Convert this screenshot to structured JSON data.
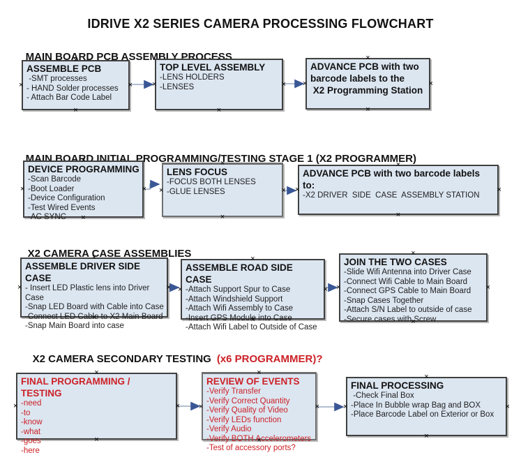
{
  "title": "IDRIVE X2  SERIES CAMERA PROCESSING FLOWCHART",
  "colors": {
    "red_accent": "#cc2127",
    "box_fill": "#dce6f1",
    "box_border": "#404040",
    "connector_line": "#97a9c6",
    "connector_arrow": "#3a5795"
  },
  "icons": {
    "anchor_handle": "×"
  },
  "sections": [
    {
      "heading": "MAIN BOARD PCB ASSEMBLY PROCESS",
      "boxes": [
        {
          "title": "ASSEMBLE PCB",
          "items": [
            " -SMT processes",
            "- HAND Solder processes",
            "- Attach Bar Code Label"
          ]
        },
        {
          "title": "TOP LEVEL ASSEMBLY",
          "items": [
            "-LENS HOLDERS",
            "-LENSES"
          ]
        },
        {
          "title": "ADVANCE PCB with two\nbarcode labels to the\n X2 Programming Station",
          "items": []
        }
      ]
    },
    {
      "heading": "MAIN BOARD INITIAL PROGRAMMING/TESTING STAGE 1 (X2 PROGRAMMER)",
      "boxes": [
        {
          "title": "DEVICE PROGRAMMING",
          "items": [
            "-Scan Barcode",
            "-Boot Loader",
            "-Device Configuration",
            "-Test Wired Events",
            "-AC SYNC"
          ]
        },
        {
          "title": "LENS FOCUS",
          "items": [
            "-FOCUS BOTH LENSES",
            "-GLUE LENSES"
          ]
        },
        {
          "title": "ADVANCE PCB with two barcode labels to:",
          "items": [
            "-X2 DRIVER  SIDE  CASE  ASSEMBLY STATION"
          ]
        }
      ]
    },
    {
      "heading": "X2 CAMERA CASE ASSEMBLIES",
      "boxes": [
        {
          "title": "ASSEMBLE DRIVER SIDE CASE",
          "items": [
            "- Insert LED Plastic lens into Driver Case",
            "-Snap LED Board with Cable into Case",
            "-Connect LED Cable to X2 Main Board",
            "-Snap Main Board into case"
          ]
        },
        {
          "title": "ASSEMBLE ROAD SIDE CASE",
          "items": [
            "-Attach Support Spur to Case",
            "-Attach Windshield Support",
            "-Attach Wifi Assembly to Case",
            "-Insert GPS Module into Case",
            "-Attach Wifi Label to Outside of Case"
          ]
        },
        {
          "title": "JOIN THE TWO CASES",
          "items": [
            "-Slide Wifi Antenna into Driver Case",
            "-Connect Wifi Cable to Main Board",
            "-Connect GPS Cable to Main Board",
            "-Snap Cases Together",
            "-Attach S/N Label to outside of case",
            "-Secure cases with Screw"
          ]
        }
      ]
    },
    {
      "heading": "X2 CAMERA SECONDARY TESTING",
      "heading_red": "(x6 PROGRAMMER)?",
      "boxes": [
        {
          "title": "FINAL PROGRAMMING / TESTING",
          "items": [
            "-need",
            "-to",
            "-know",
            "-what",
            "-goes",
            "-here"
          ]
        },
        {
          "title": "REVIEW OF EVENTS",
          "items": [
            "-Verify Transfer",
            "-Verify Correct Quantity",
            "-Verify Quality of Video",
            "-Verify LEDs function",
            "-Verify Audio",
            "-Verify BOTH Accelerometers",
            "-Test of accessory ports?"
          ]
        },
        {
          "title": "FINAL PROCESSING",
          "items": [
            " -Check Final Box",
            "-Place In Bubble wrap Bag and BOX",
            "-Place Barcode Label on Exterior or Box"
          ]
        }
      ]
    }
  ]
}
